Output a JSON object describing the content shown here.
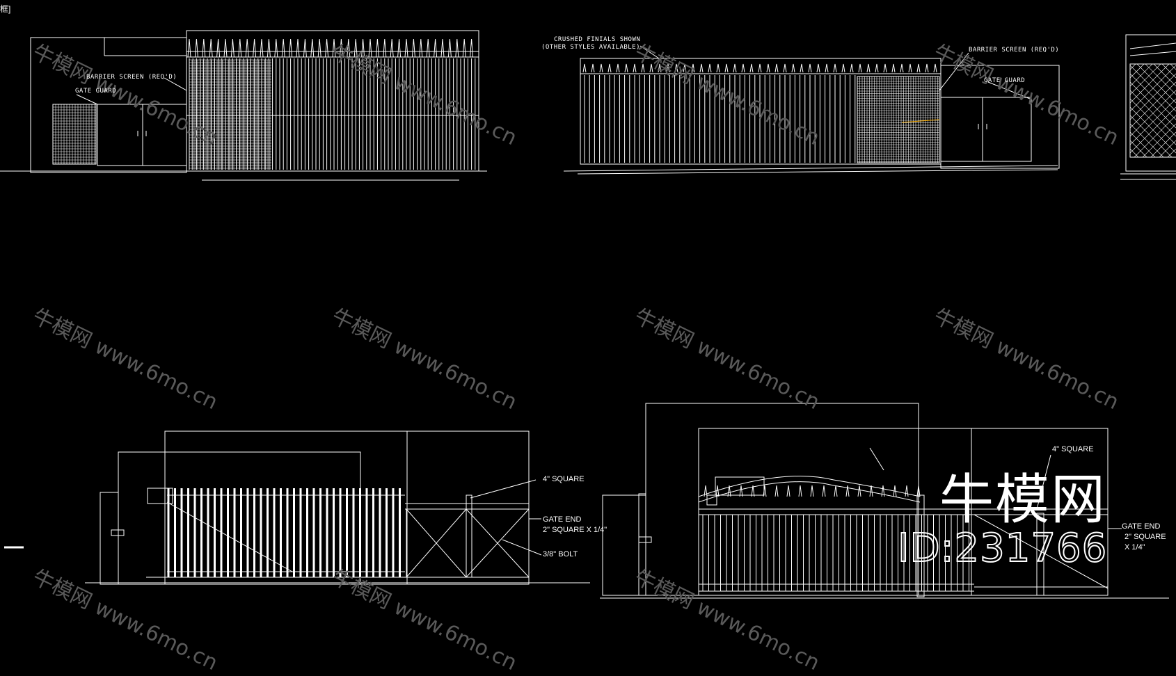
{
  "corner_tag": "框]",
  "top_left_elevation": {
    "label_barrier": "BARRIER SCREEN (REQ'D)",
    "label_gate_guard": "GATE GUARD"
  },
  "top_middle_elevation": {
    "label_finials_line1": "CRUSHED FINIALS SHOWN",
    "label_finials_line2": "(OTHER STYLES AVAILABLE)",
    "label_barrier": "BARRIER SCREEN (REQ'D)",
    "label_gate_guard": "GATE GUARD"
  },
  "bottom_left_elevation": {
    "label_post": "4\" SQUARE",
    "label_gate_end_line1": "GATE END",
    "label_gate_end_line2": "2\" SQUARE X 1/4\"",
    "label_bolt": "3/8\" BOLT"
  },
  "bottom_right_elevation": {
    "label_post": "4\" SQUARE",
    "label_gate_end_line1": "GATE END",
    "label_gate_end_line2": "2\" SQUARE",
    "label_gate_end_line3": "X 1/4\""
  },
  "watermark": {
    "text": "牛模网 www.6mo.cn",
    "brand": "牛模网",
    "id": "ID:231766"
  },
  "colors": {
    "background": "#000000",
    "linework": "#ffffff",
    "accent": "#ffb000",
    "watermark": "#5a5a5a"
  }
}
